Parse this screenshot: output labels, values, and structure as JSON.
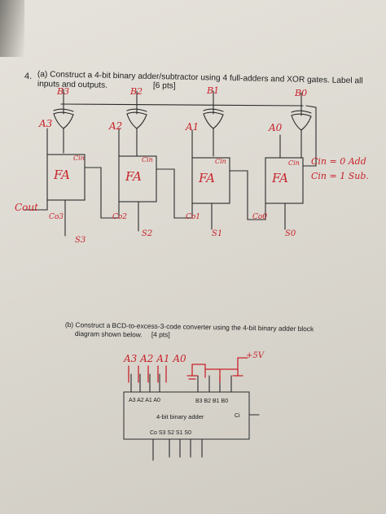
{
  "part_a": {
    "number": "4.",
    "question_line1": "(a) Construct a 4-bit binary adder/subtractor using 4 full-adders and XOR gates. Label all",
    "question_line2": "inputs and outputs.",
    "points": "[6 pts]",
    "handwritten": {
      "b3": "B3",
      "b2": "B2",
      "b1": "B1",
      "b0": "B0",
      "a3": "A3",
      "a2": "A2",
      "a1": "A1",
      "a0": "A0",
      "fa": "FA",
      "cin": "Cin",
      "cout": "Cout",
      "co3": "Co3",
      "co2": "Co2",
      "co1": "Co1",
      "co0": "Co0",
      "s3": "S3",
      "s2": "S2",
      "s1": "S1",
      "s0": "S0",
      "cin_add": "Cin = 0  Add",
      "cin_sub": "Cin = 1  Sub."
    }
  },
  "part_b": {
    "question_line1": "(b) Construct a BCD-to-excess-3-code converter using the 4-bit binary adder block",
    "question_line2": "diagram shown below.",
    "points": "[4 pts]",
    "handwritten": {
      "a_inputs": "A3 A2 A1 A0",
      "plus5v": "+5V"
    },
    "block": {
      "a_inputs": "A3  A2  A1  A0",
      "b_inputs": "B3  B2  B1  B0",
      "title": "4-bit binary adder",
      "ci": "Ci",
      "outputs": "Co    S3  S2  S1  S0"
    }
  }
}
